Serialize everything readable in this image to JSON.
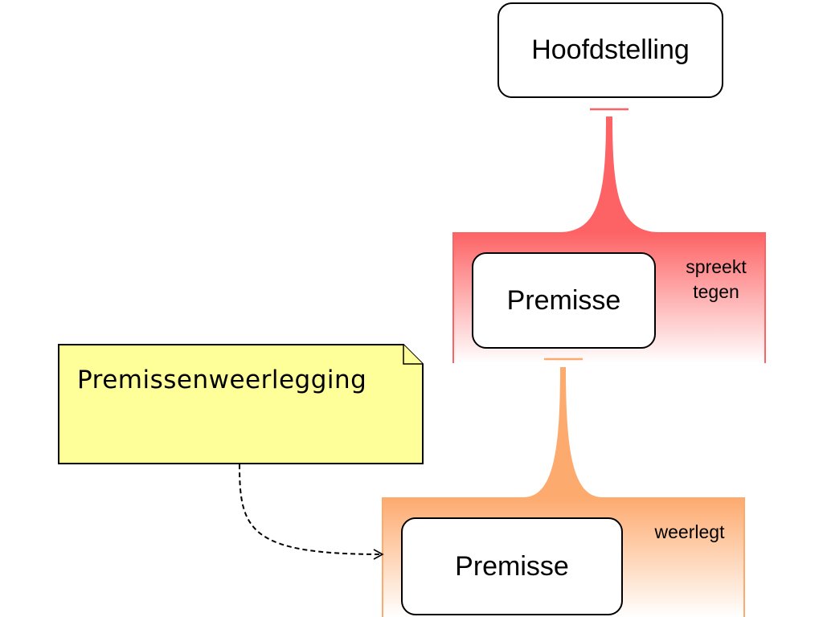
{
  "diagram": {
    "type": "argument-map",
    "nodes": {
      "main_claim": {
        "label": "Hoofdstelling"
      },
      "premise_1": {
        "label": "Premisse"
      },
      "premise_2": {
        "label": "Premisse"
      }
    },
    "relations": [
      {
        "from": "premise_1",
        "to": "main_claim",
        "label": "spreekt\ntegen",
        "label_lines": [
          "spreekt",
          "tegen"
        ],
        "color": "#fd6264"
      },
      {
        "from": "premise_2",
        "to": "premise_1",
        "label": "weerlegt",
        "label_lines": [
          "weerlegt"
        ],
        "color": "#fdaa6e"
      }
    ],
    "note": {
      "text": "Premissenweerlegging",
      "fill": "#ffff99",
      "points_to": "premise_2"
    }
  }
}
